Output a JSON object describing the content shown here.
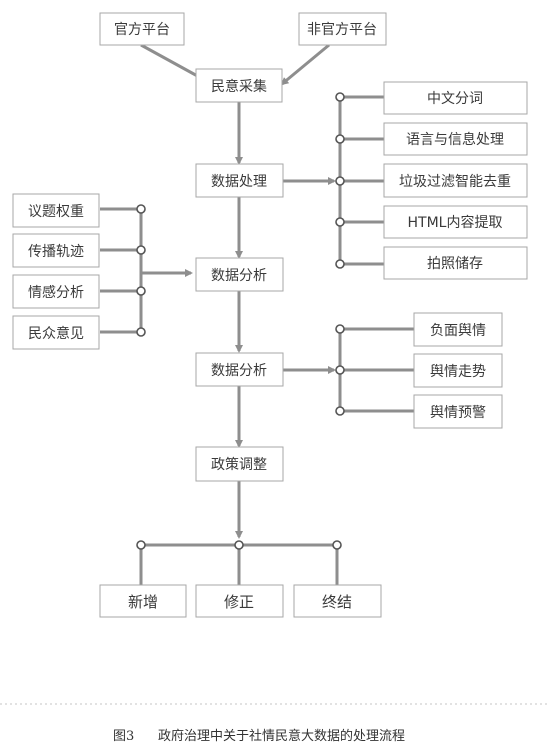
{
  "sources": {
    "official": "官方平台",
    "unofficial": "非官方平台"
  },
  "stages": {
    "collect": "民意采集",
    "process": "数据处理",
    "analyze": "数据分析",
    "analyze2": "数据分析",
    "policy": "政策调整"
  },
  "process_steps": [
    "中文分词",
    "语言与信息处理",
    "垃圾过滤智能去重",
    "HTML内容提取",
    "拍照储存"
  ],
  "analysis_inputs": [
    "议题权重",
    "传播轨迹",
    "情感分析",
    "民众意见"
  ],
  "analysis_outputs": [
    "负面舆情",
    "舆情走势",
    "舆情预警"
  ],
  "policy_actions": [
    "新增",
    "修正",
    "终结"
  ],
  "caption": {
    "figure": "图3",
    "title": "政府治理中关于社情民意大数据的处理流程"
  }
}
